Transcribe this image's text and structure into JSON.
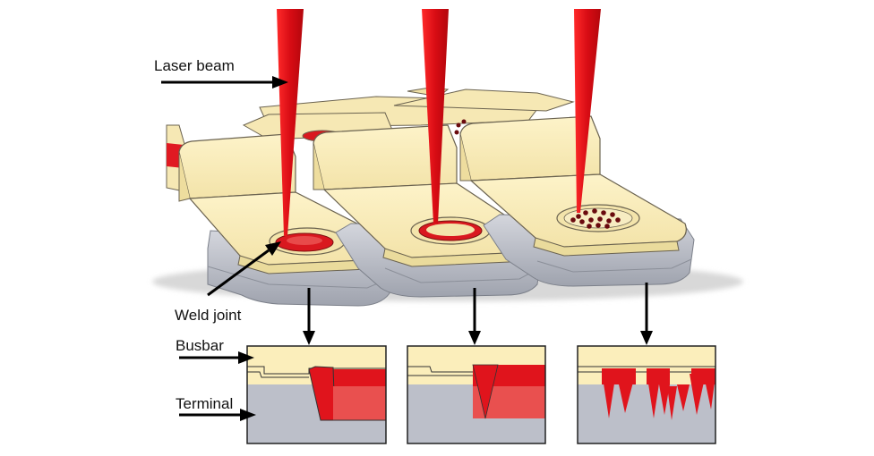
{
  "labels": {
    "laser_beam": "Laser beam",
    "weld_joint": "Weld joint",
    "busbar": "Busbar",
    "terminal": "Terminal"
  },
  "colors": {
    "busbar_fill": "#fbeebb",
    "busbar_edge": "#6b6350",
    "terminal_fill": "#bcbfc9",
    "terminal_dark": "#a5a9b4",
    "laser_red": "#e0141c",
    "weld_red": "#d9181f",
    "melt_pink": "#e9504f"
  },
  "panels": [
    {
      "name": "weld-section-ring"
    },
    {
      "name": "weld-section-keyhole"
    },
    {
      "name": "weld-section-spots"
    }
  ]
}
